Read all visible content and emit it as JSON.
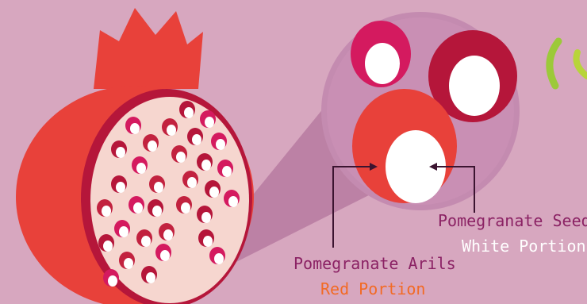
{
  "labels": {
    "seed_title": "Pomegranate Seed",
    "seed_sub": "White Portion",
    "arils_title": "Pomegranate Arils",
    "arils_sub": "Red Portion"
  },
  "colors": {
    "background": "#d7a7bf",
    "fruit_red": "#e8413a",
    "crown_red": "#e8413a",
    "inner_pith": "#f6d6cf",
    "seed_white": "#ffffff",
    "aril_crimson": "#b5163a",
    "aril_magenta": "#d41a5f",
    "magnifier": "#b97ba3",
    "callout_purple": "#8b2f6d",
    "label_purple": "#8b2264",
    "label_orange": "#f26a25",
    "label_white": "#ffffff",
    "edge_green": "#9cc93a"
  },
  "icons": [
    "pomegranate-illustration",
    "magnified-aril-circle",
    "arrow-line"
  ]
}
